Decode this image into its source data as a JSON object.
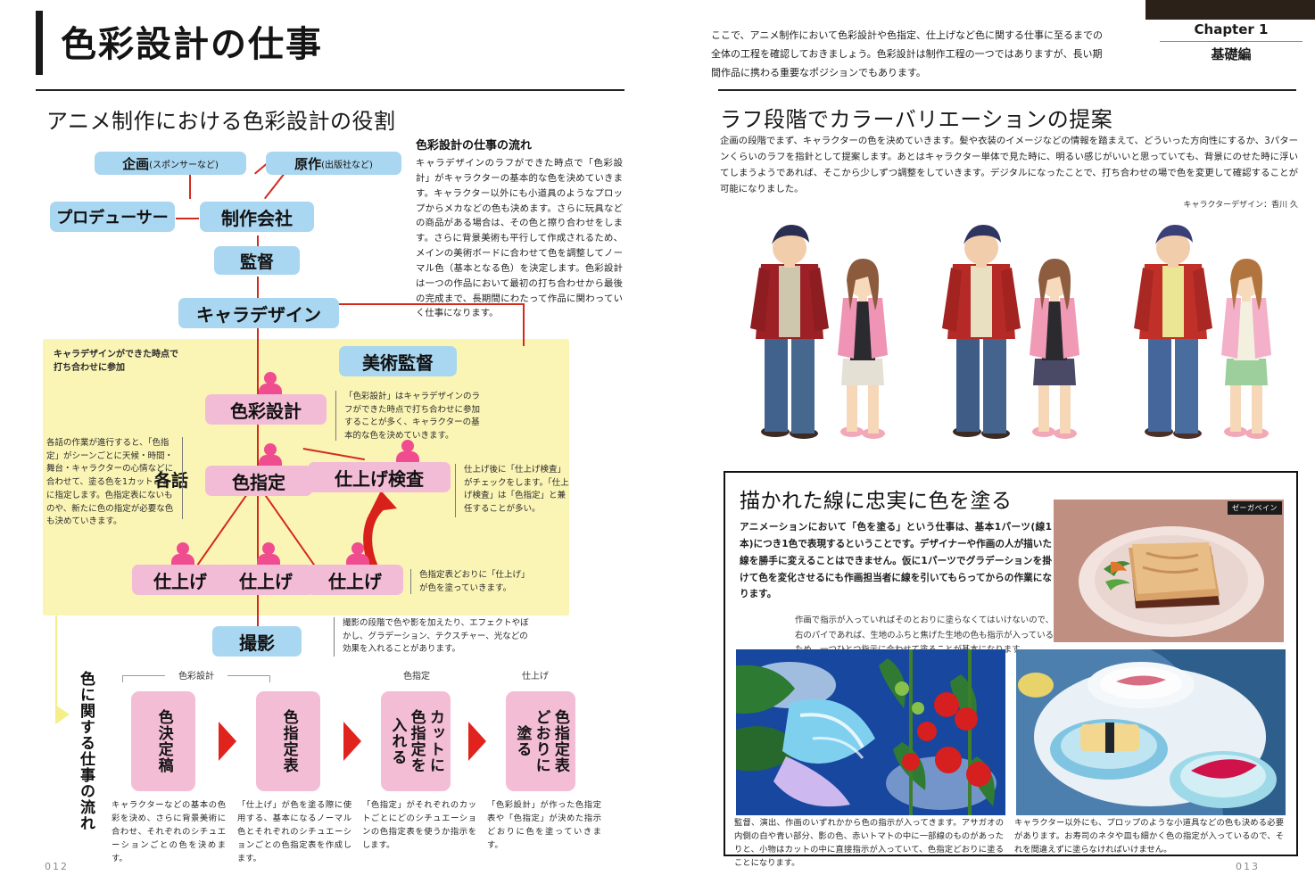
{
  "spread": {
    "left_page_number": "012",
    "right_page_number": "013"
  },
  "header": {
    "main_title": "色彩設計の仕事",
    "lead_text": "ここで、アニメ制作において色彩設計や色指定、仕上げなど色に関する仕事に至るまでの全体の工程を確認しておきましょう。色彩設計は制作工程の一つではありますが、長い期間作品に携わる重要なポジションでもあります。",
    "chapter_number": "Chapter 1",
    "chapter_jp": "基礎編"
  },
  "left": {
    "section_heading": "アニメ制作における色彩設計の役割",
    "sidebar": {
      "heading": "色彩設計の仕事の流れ",
      "body": "キャラデザインのラフができた時点で「色彩設計」がキャラクターの基本的な色を決めていきます。キャラクター以外にも小道具のようなプロップからメカなどの色も決めます。さらに玩具などの商品がある場合は、その色と擦り合わせをします。さらに背景美術も平行して作成されるため、メインの美術ボードに合わせて色を調整してノーマル色（基本となる色）を決定します。色彩設計は一つの作品において最初の打ち合わせから最後の完成まで、長期間にわたって作品に関わっていく仕事になります。"
    },
    "flow_nodes": {
      "kikaku": "企画",
      "kikaku_sub": "(スポンサーなど)",
      "gensaku": "原作",
      "gensaku_sub": "(出版社など)",
      "producer": "プロデューサー",
      "seisaku": "制作会社",
      "kantoku": "監督",
      "chara_design": "キャラデザイン",
      "bijutsu_kantoku": "美術監督",
      "shikisai_sekkei": "色彩設計",
      "iroshitei": "色指定",
      "shiage_kensa": "仕上げ検査",
      "shiage1": "仕上げ",
      "shiage2": "仕上げ",
      "shiage3": "仕上げ",
      "satsuei": "撮影",
      "kakuwa": "各話"
    },
    "annotations": {
      "yellow_note": "キャラデザインができた時点で\n打ち合わせに参加",
      "shikisai_note": "「色彩設計」はキャラデザインのラフができた時点で打ち合わせに参加することが多く、キャラクターの基本的な色を決めていきます。",
      "iroshitei_note": "各話の作業が進行すると、「色指定」がシーンごとに天候・時間・舞台・キャラクターの心情などに合わせて、塗る色を1カットごとに指定します。色指定表にないものや、新たに色の指定が必要な色も決めていきます。",
      "kensa_note": "仕上げ後に「仕上げ検査」がチェックをします。「仕上げ検査」は「色指定」と兼任することが多い。",
      "shiage_note": "色指定表どおりに「仕上げ」が色を塗っていきます。",
      "satsuei_note": "撮影の段階で色や影を加えたり、エフェクトやぼかし、グラデーション、テクスチャー、光などの効果を入れることがあります。"
    },
    "bottom_flow": {
      "vertical_label": "色に関する仕事の流れ",
      "group_labels": [
        "色彩設計",
        "色指定",
        "仕上げ"
      ],
      "stages": [
        {
          "label": "色決定稿",
          "caption": "キャラクターなどの基本の色彩を決め、さらに背景美術に合わせ、それぞれのシチュエーションごとの色を決めます。"
        },
        {
          "label": "色指定表",
          "caption": "「仕上げ」が色を塗る際に使用する、基本になるノーマル色とそれぞれのシチュエーションごとの色指定表を作成します。"
        },
        {
          "label": "カットに\n色指定を\n入れる",
          "caption": "「色指定」がそれぞれのカットごとにどのシチュエーションの色指定表を使うか指示をします。"
        },
        {
          "label": "色指定表\nどおりに\n塗る",
          "caption": "「色彩設計」が作った色指定表や「色指定」が決めた指示どおりに色を塗っていきます。"
        }
      ]
    }
  },
  "right": {
    "section_heading": "ラフ段階でカラーバリエーションの提案",
    "body": "企画の段階でまず、キャラクターの色を決めていきます。髪や衣装のイメージなどの情報を踏まえて、どういった方向性にするか、3パターンくらいのラフを指針として提案します。あとはキャラクター単体で見た時に、明るい感じがいいと思っていても、背景にのせた時に浮いてしまうようであれば、そこから少しずつ調整をしていきます。デジタルになったことで、打ち合わせの場で色を変更して確認することが可能になりました。",
    "credit": "キャラクターデザイン：香川 久",
    "framed": {
      "title": "描かれた線に忠実に色を塗る",
      "body": "アニメーションにおいて「色を塗る」という仕事は、基本1パーツ(線1本)につき1色で表現するということです。デザイナーや作画の人が描いた線を勝手に変えることはできません。仮に1パーツでグラデーションを掛けて色を変化させるにも作画担当者に線を引いてもらってからの作業になります。",
      "body2": "作画で指示が入っていればそのとおりに塗らなくてはいけないので、右のパイであれば、生地のふちと焦げた生地の色も指示が入っているため、一つひとつ指示に合わせて塗ることが基本になります。",
      "pie_photo_tag": "ゼーガペイン",
      "caption_left": "監督、演出、作画のいずれかから色の指示が入ってきます。アサガオの内側の白や青い部分、影の色、赤いトマトの中に一部線のものがあったりと、小物はカットの中に直接指示が入っていて、色指定どおりに塗ることになります。",
      "caption_right": "キャラクター以外にも、プロップのような小道具などの色も決める必要があります。お寿司のネタや皿も細かく色の指定が入っているので、それを間違えずに塗らなければいけません。"
    }
  },
  "colors": {
    "node_blue": "#a9d6f0",
    "node_pink": "#f3bcd6",
    "person_pink": "#ef4d90",
    "line_red": "#d32a1e",
    "yellow_bg": "#fbf5b5",
    "arrow_red": "#e0231c"
  }
}
